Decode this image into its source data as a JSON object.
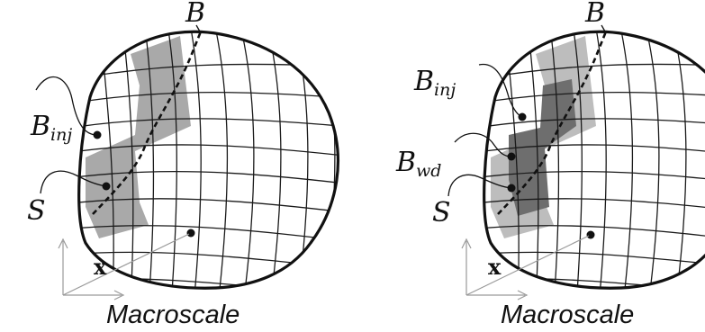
{
  "panels": [
    {
      "id": "left",
      "labels": {
        "body": "B",
        "injection_zone_base": "B",
        "injection_zone_sub": "inj",
        "surface": "S",
        "position": "x"
      },
      "caption": "Macroscale"
    },
    {
      "id": "right",
      "labels": {
        "body": "B",
        "injection_zone_base": "B",
        "injection_zone_sub": "inj",
        "weakened_zone_base": "B",
        "weakened_zone_sub": "wd",
        "surface": "S",
        "position": "x"
      },
      "caption": "Macroscale"
    }
  ],
  "colors": {
    "injection_zone": "#bdbdbd",
    "left_injection_zone": "#a9a9a9",
    "weakened_zone": "#6e6e6e",
    "outline": "#111111",
    "grid": "#1a1a1a",
    "axes": "#9a9a9a"
  }
}
